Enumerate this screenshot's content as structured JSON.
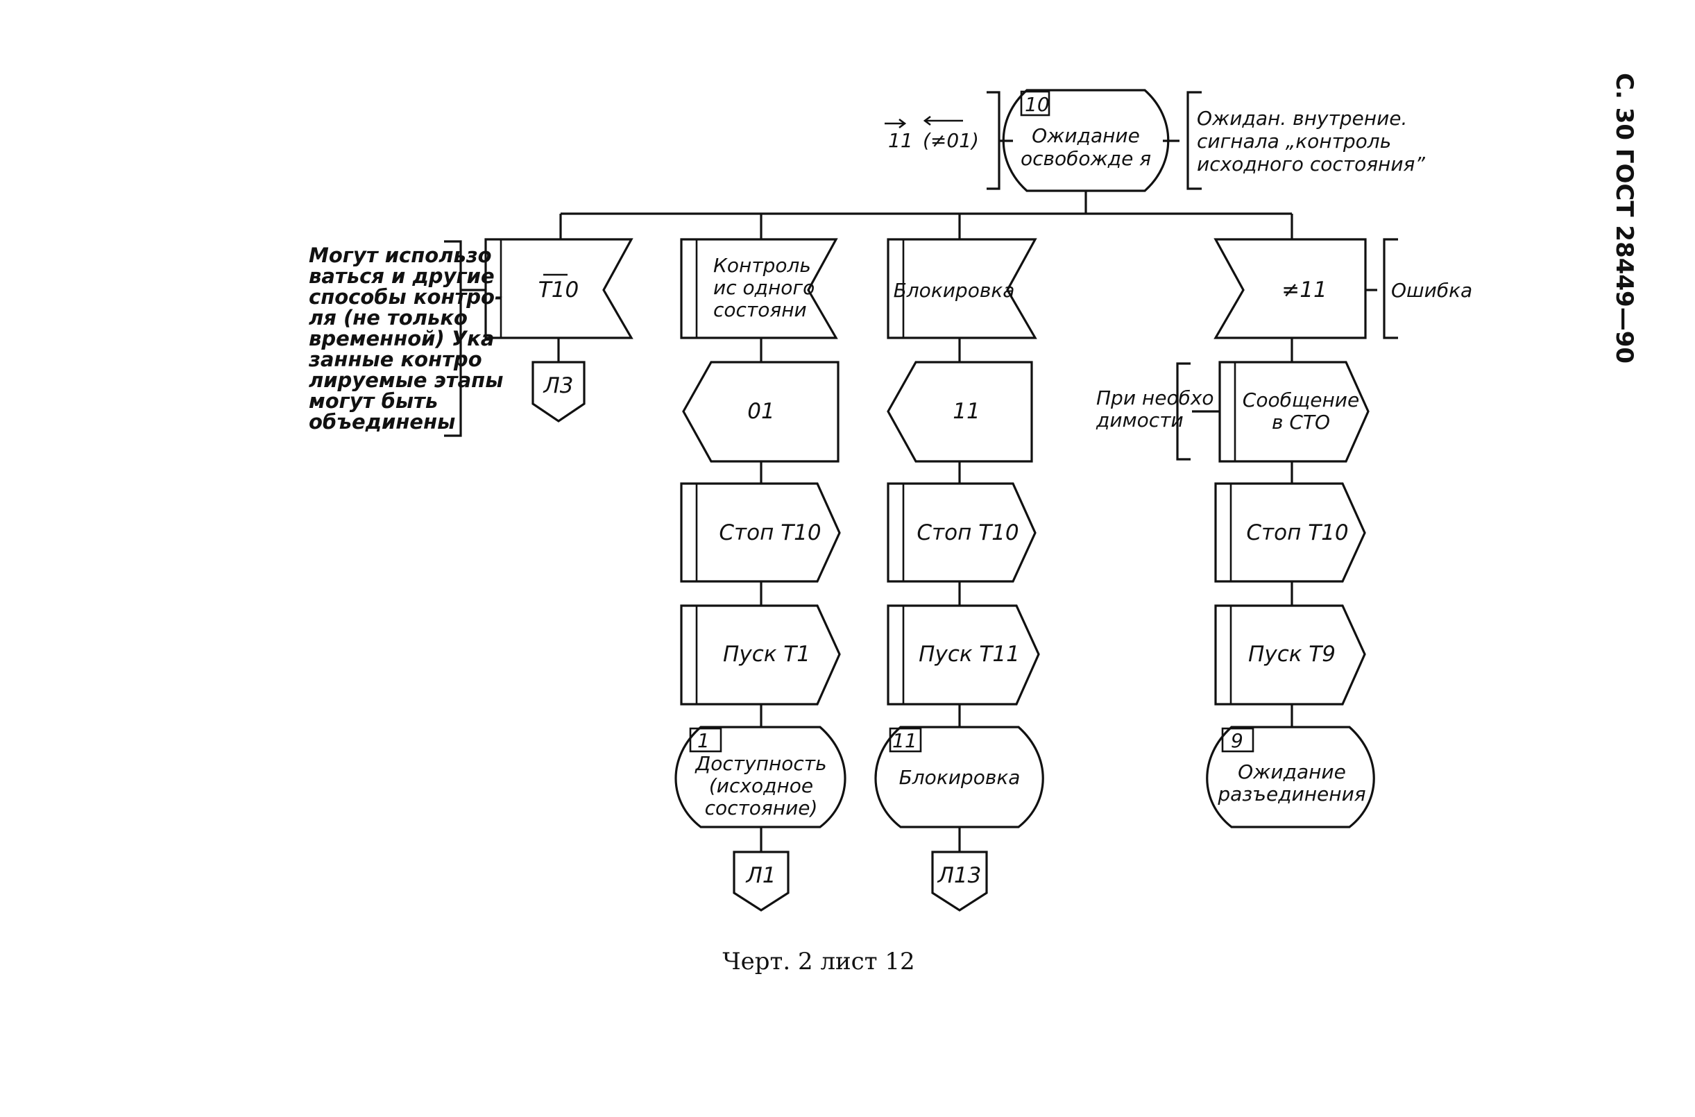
{
  "header": {
    "page_label": "С. 30 ГОСТ 28449—90"
  },
  "caption": "Черт. 2 лист 12",
  "top_state": {
    "number": "10",
    "lines": [
      "Ожидание",
      "освобожде   я"
    ],
    "left_comment": {
      "line1_a": "11",
      "line1_b": "(≠01)"
    },
    "right_comment": [
      "Ожидан.   внутрение.   ",
      "сигнала „контроль",
      "исходного состояния”"
    ]
  },
  "left_note": [
    "Могут использо",
    "ваться и другие",
    "способы контро-",
    "ля (не только",
    "временной) Ука",
    "занные контро",
    "лируемые этапы",
    "могут быть",
    "объединены"
  ],
  "col1": {
    "input": "T10",
    "connector": "Л3"
  },
  "col2": {
    "input": [
      "Контроль",
      "ис одного",
      "состояни  "
    ],
    "output": "01",
    "task1": "Стоп T10",
    "task2": "Пуск T1",
    "state_number": "1",
    "state": [
      "Доступность",
      "(исходное",
      "состояние)"
    ],
    "connector": "Л1"
  },
  "col3": {
    "input": "Блокировка",
    "output": "11",
    "task1": "Стоп T10",
    "task2": "Пуск T11",
    "state_number": "11",
    "state": "Блокировка",
    "connector": "Л13"
  },
  "col4": {
    "input": "≠11",
    "input_comment": "Ошибка",
    "output": [
      "Сообщение",
      "в СТО"
    ],
    "output_comment": [
      "При необхо",
      "димости"
    ],
    "task1": "Стоп T10",
    "task2": "Пуск T9",
    "state_number": "9",
    "state": [
      "Ожидание",
      "разъединения"
    ]
  }
}
